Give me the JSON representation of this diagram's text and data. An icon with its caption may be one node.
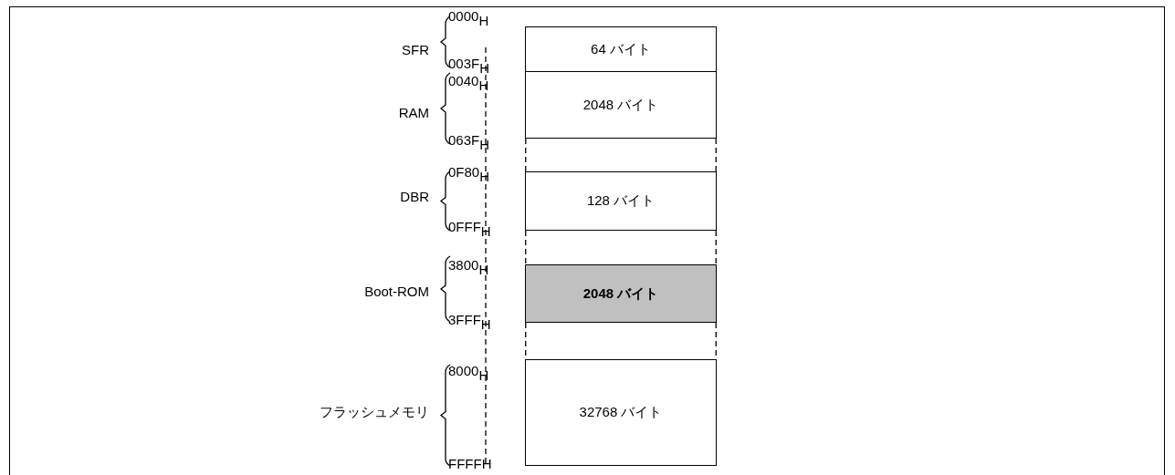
{
  "diagram": {
    "nodes": [
      {
        "text": [
          "64 バイト"
        ]
      },
      {
        "text": [
          "2048 バイト"
        ]
      },
      {
        "text": [
          "128 バイト"
        ]
      },
      {
        "text": [
          "2048 バイト"
        ]
      },
      {
        "text": [
          "32768 バイト"
        ]
      }
    ],
    "edges": [
      {
        "from": 1,
        "to": 2,
        "arrow": "none",
        "style": "dashed"
      },
      {
        "from": 1,
        "to": 2,
        "arrow": "none",
        "style": "dashed"
      },
      {
        "from": 2,
        "to": 3,
        "arrow": "none",
        "style": "dashed"
      },
      {
        "from": 2,
        "to": 3,
        "arrow": "none",
        "style": "dashed"
      },
      {
        "from": 3,
        "to": 4,
        "arrow": "none",
        "style": "dashed"
      },
      {
        "from": 3,
        "to": 4,
        "arrow": "none",
        "style": "dashed"
      }
    ],
    "labels": [
      "0000$_{H}$",
      "SFR",
      "003F$_{H}$",
      "0040$_{H}$",
      "RAM",
      "063F$_{H}$",
      "0F80$_{H}$",
      "DBR",
      "0FFF$_{H}$",
      "3800$_{H}$",
      "Boot-ROM",
      "3FFF$_{H}$",
      "8000$_{H}$",
      "フラッシュメモリ",
      "FFFFH"
    ]
  }
}
